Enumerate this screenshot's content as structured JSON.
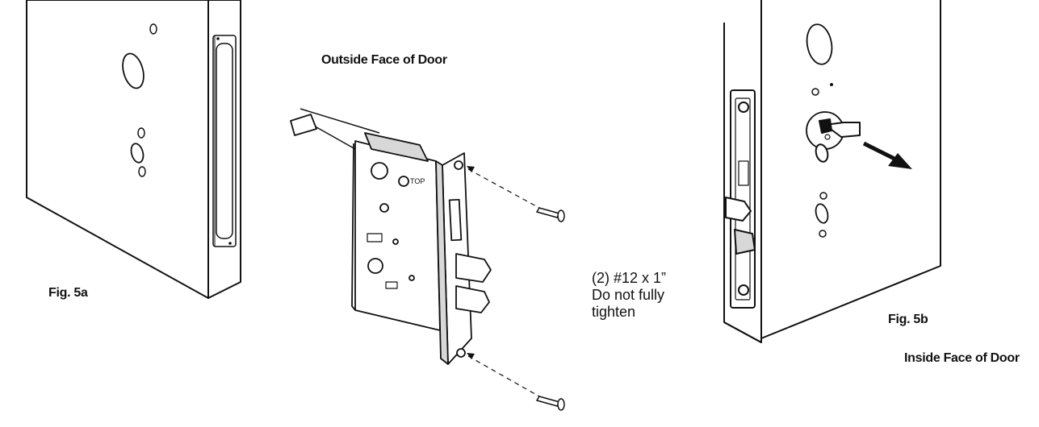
{
  "labels": {
    "outside_face": "Outside Face of Door",
    "inside_face": "Inside Face of Door",
    "fig_5a": "Fig.  5a",
    "fig_5b": "Fig.  5b",
    "screw_note": [
      "(2) #12 x 1”",
      "Do not fully",
      "tighten"
    ]
  },
  "icons": [
    "door-edge-left",
    "mortise-lock-body",
    "screw-top",
    "screw-bottom",
    "door-edge-right",
    "removal-arrow"
  ],
  "colors": {
    "line": "#111111",
    "fill": "#ffffff",
    "shade": "#d8d8d8"
  }
}
